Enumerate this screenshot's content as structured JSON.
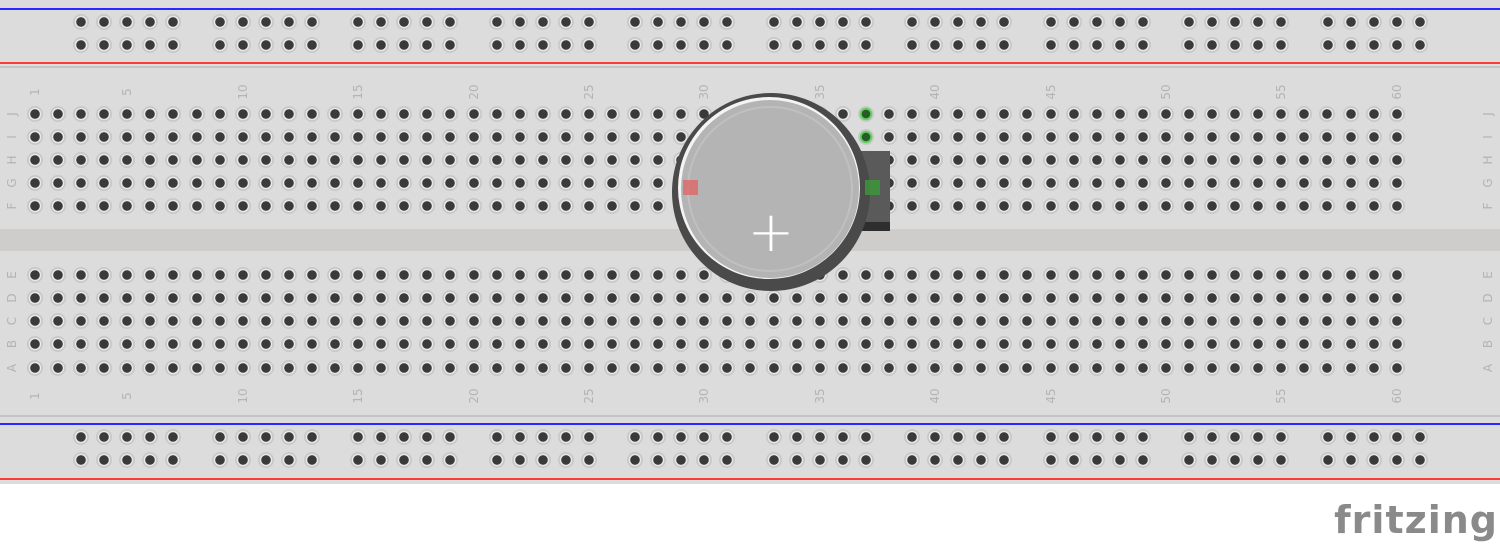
{
  "breadboard": {
    "columns": 60,
    "row_letters_top": [
      "J",
      "I",
      "H",
      "G",
      "F"
    ],
    "row_letters_bottom": [
      "E",
      "D",
      "C",
      "B",
      "A"
    ],
    "column_labels": [
      "1",
      "5",
      "10",
      "15",
      "20",
      "25",
      "30",
      "35",
      "40",
      "45",
      "50",
      "55",
      "60"
    ],
    "highlighted_holes": [
      {
        "column": 37,
        "row": "J"
      },
      {
        "column": 37,
        "row": "I"
      }
    ],
    "colors": {
      "rail_blue": "#2020ff",
      "rail_red": "#ff3030",
      "board": "#dcdcdc"
    }
  },
  "component": {
    "name": "coin-cell-battery",
    "positive_symbol": "+"
  },
  "logo": "fritzing"
}
